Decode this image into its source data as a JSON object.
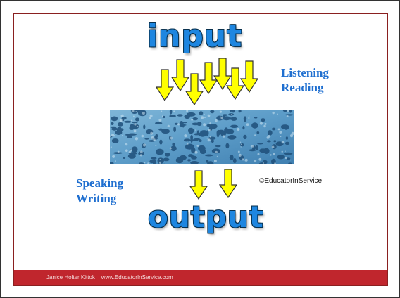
{
  "slide": {
    "top_word": "input",
    "bottom_word": "output",
    "input_skills": [
      "Listening",
      "Reading"
    ],
    "output_skills": [
      "Speaking",
      "Writing"
    ],
    "copyright": "©EducatorInService",
    "footer": "Janice Holter Kittok    www.EducatorInService.com"
  },
  "colors": {
    "accent_blue": "#1e86e0",
    "skill_blue": "#1f6fd0",
    "arrow_yellow": "#ffff00",
    "footer_red": "#c0262d"
  },
  "icons": {
    "arrow": "down-arrow-icon",
    "sponge": "sponge-texture-image"
  }
}
